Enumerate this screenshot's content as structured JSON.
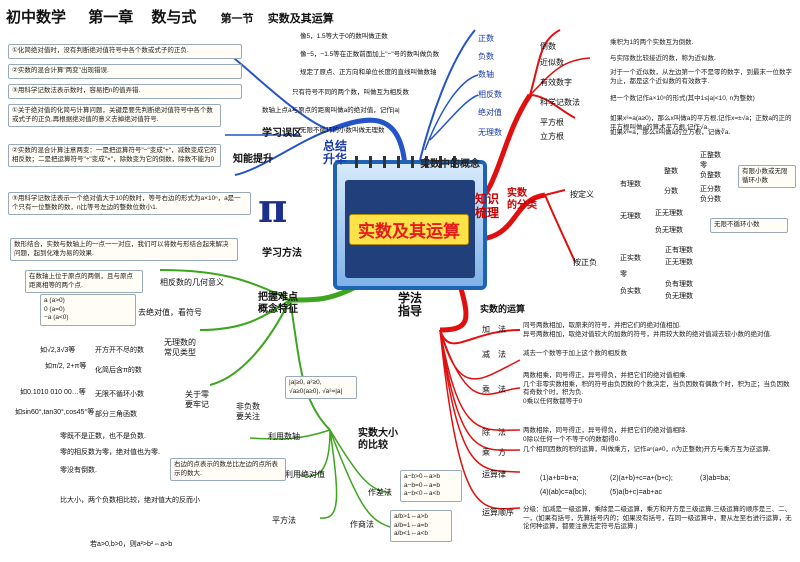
{
  "title": {
    "main": "初中数学",
    "chapter": "第一章",
    "subject": "数与式",
    "section": "第一节",
    "topic": "实数及其运算"
  },
  "center": {
    "label": "实数及其运算"
  },
  "hubs": {
    "summary": "总结\n升华",
    "concept": "实数中的概念",
    "knowledge": "知识\n梳理",
    "method": "学法\n指导"
  },
  "left_top": {
    "capability": "知能提升",
    "errors": "学习误区",
    "items": [
      "①化简绝对值时，没有判断绝对值符号中各个数或式子的正负.",
      "②实数的混合计算\"两变\"出现错误.",
      "③用科学记数法表示数时，容易把n的值弄错.",
      "①关于绝对值的化简与计算问题，关键是要先判断绝对值符号中各个数或式子的正负,再根据绝对值的意义去掉绝对值符号.",
      "②实数的混合计算注意两变：一是把运算符号\"−\"变成\"+\"，减数变成它的相反数；二是把运算符号\"÷\"变成\"×\"，除数变为它的倒数，除数不能为0",
      "③用科学记数法表示一个绝对值大于10的数时，等号右边的形式为a×10ⁿ，a是一个只有一位整数的数，n比等号左边的整数位数小1."
    ]
  },
  "top_branch": {
    "items": [
      {
        "label": "正数",
        "desc": "像5，1.5等大于0的数叫做正数"
      },
      {
        "label": "负数",
        "desc": "像−5，−1.5等在正数前面加上\"−\"号的数叫做负数"
      },
      {
        "label": "数轴",
        "desc": "规定了原点、正方向和单位长度的直线叫做数轴"
      },
      {
        "label": "相反数",
        "desc": "只有符号不同的两个数，叫做互为相反数"
      },
      {
        "label": "绝对值",
        "desc": "数轴上点a与原点的距离叫做a的绝对值，记作|a|"
      },
      {
        "label": "无理数",
        "desc": "无限不循环的小数叫做无理数"
      }
    ]
  },
  "right_top": {
    "items": [
      {
        "label": "倒数",
        "desc": "乘积为1的两个实数互为倒数."
      },
      {
        "label": "近似数",
        "desc": "与实际数比较接近的数，称为近似数."
      },
      {
        "label": "有效数字",
        "desc": "对于一个近似数，从左边第一个不是零的数字，到最末一位数字为止，都是这个近似数的有效数字."
      },
      {
        "label": "科学记数法",
        "desc": "把一个数记作a×10ⁿ的形式(其中1≤|a|<10, n为整数)"
      },
      {
        "label": "平方根",
        "desc": "如果x²=a(a≥0)，那么x叫做a的平方根,记作x=±√a；正数a的正的平方根叫做a的算术平方根,记作√a."
      },
      {
        "label": "立方根",
        "desc": "如果x³=a，那么x叫做a的立方根，记做∛a."
      }
    ]
  },
  "classification": {
    "hub": "实数\n的分类",
    "by_def": "按定义",
    "by_sign": "按正负",
    "rational": "有理数",
    "irrational": "无理数",
    "integer": "整数",
    "fraction": "分数",
    "pos_int": "正整数",
    "zero": "零",
    "neg_int": "负整数",
    "pos_frac": "正分数",
    "neg_frac": "负分数",
    "note1": "有限小数或无限循环小数",
    "pos_irr": "正无理数",
    "neg_irr": "负无理数",
    "note2": "无限不循环小数",
    "pos_real": "正实数",
    "zero2": "零",
    "neg_real": "负实数",
    "pos_rat": "正有理数",
    "pos_irr2": "正无理数",
    "neg_rat": "负有理数",
    "neg_irr2": "负无理数"
  },
  "operations": {
    "hub": "实数的运算",
    "items": [
      {
        "label": "加　法",
        "desc": "同号两数相加，取原来的符号，并把它们的绝对值相加.\n异号两数相加，取绝对值较大的加数的符号，并用较大数的绝对值减去较小数的绝对值."
      },
      {
        "label": "减　法",
        "desc": "减去一个数等于加上这个数的相反数"
      },
      {
        "label": "乘　法",
        "desc": "两数相乘，同号得正，异号得负，并把它们的绝对值相乘.\n几个非零实数相乘，积的符号由负因数的个数决定，当负因数有偶数个时，积为正；当负因数有奇数个时，积为负.\n0乘以任何数都等于0"
      },
      {
        "label": "除　法",
        "desc": "两数相除，同号得正，异号得负，并把它们的绝对值相除.\n0除以任何一个不等于0的数都得0."
      },
      {
        "label": "乘　方",
        "desc": "几个相同因数的积的运算，叫做乘方，记作aⁿ(a≠0，n为正整数)开方与乘方互为逆运算."
      },
      {
        "label": "运算律",
        "rules": [
          "(1)a+b=b+a;",
          "(2)(a+b)+c=a+(b+c);",
          "(3)ab=ba;",
          "(4)(ab)c=a(bc);",
          "(5)a(b+c)=ab+ac"
        ]
      },
      {
        "label": "运算顺序",
        "desc": "分级：加减是一级运算，乘除是二级运算，乘方和开方是三级运算.三级运算的顺序是三、二、一，(如果有括号，先算括号内的；如果没有括号，在同一级运算中，要从左至右进行运算，无论何种运算，都要注意先定符号后运算.)"
      }
    ]
  },
  "left_bottom": {
    "method": "学习方法",
    "method_desc": "数形结合，实数与数轴上的一点一一对应，我们可以将数与形结合起来解决问题，起到化难为易的效果.",
    "key": "把握难点\n概念特征",
    "opposite": "相反数的几何意义",
    "opposite_desc": "在数轴上位于原点的两侧，且与原点距离相等的两个点.",
    "abs": "去绝对值，看符号",
    "abs_formula": [
      "a (a>0)",
      "0 (a=0)",
      "−a (a<0)"
    ],
    "irr_types": "无理数的\n常见类型",
    "irr_items": [
      "如√2,3√3等",
      "开方开不尽的数",
      "如π/2, 2+π等",
      "化简后含π的数",
      "如0.1010 010 00…等",
      "无限不循环小数",
      "如sin60°,tan30°,cos45°等",
      "部分三角函数"
    ],
    "zero": "关于零\n要牢记",
    "nonneg": "非负数\n要关注",
    "nonneg_formula": "|a|≥0, a²≥0,\n√a≥0(a≥0), √a²=|a|",
    "zero_items": [
      "零既不是正数，也不是负数.",
      "零的相反数为零，绝对值也为零.",
      "零没有倒数."
    ],
    "compare": "实数大小\n的比较",
    "axis": "利用数轴",
    "axis_desc": "右边的点表示的数总比左边的点所表示的数大.",
    "absv": "利用绝对值",
    "absv_desc": "比大小，两个负数相比较，绝对值大的反而小",
    "square": "平方法",
    "square_desc": "若a>0,b>0，则a²>b²⇔a>b",
    "diff": "作差法",
    "diff_items": [
      "a−b>0⇔a>b",
      "a−b=0⇔a=b",
      "a−b<0⇔a<b"
    ],
    "quot": "作商法",
    "quot_items": [
      "a/b>1⇔a>b",
      "a/b=1⇔a=b",
      "a/b<1⇔a<b"
    ]
  },
  "colors": {
    "red": "#e01010",
    "blue": "#1a3aa8",
    "green": "#3ea51e",
    "blueline": "#2454c8"
  }
}
